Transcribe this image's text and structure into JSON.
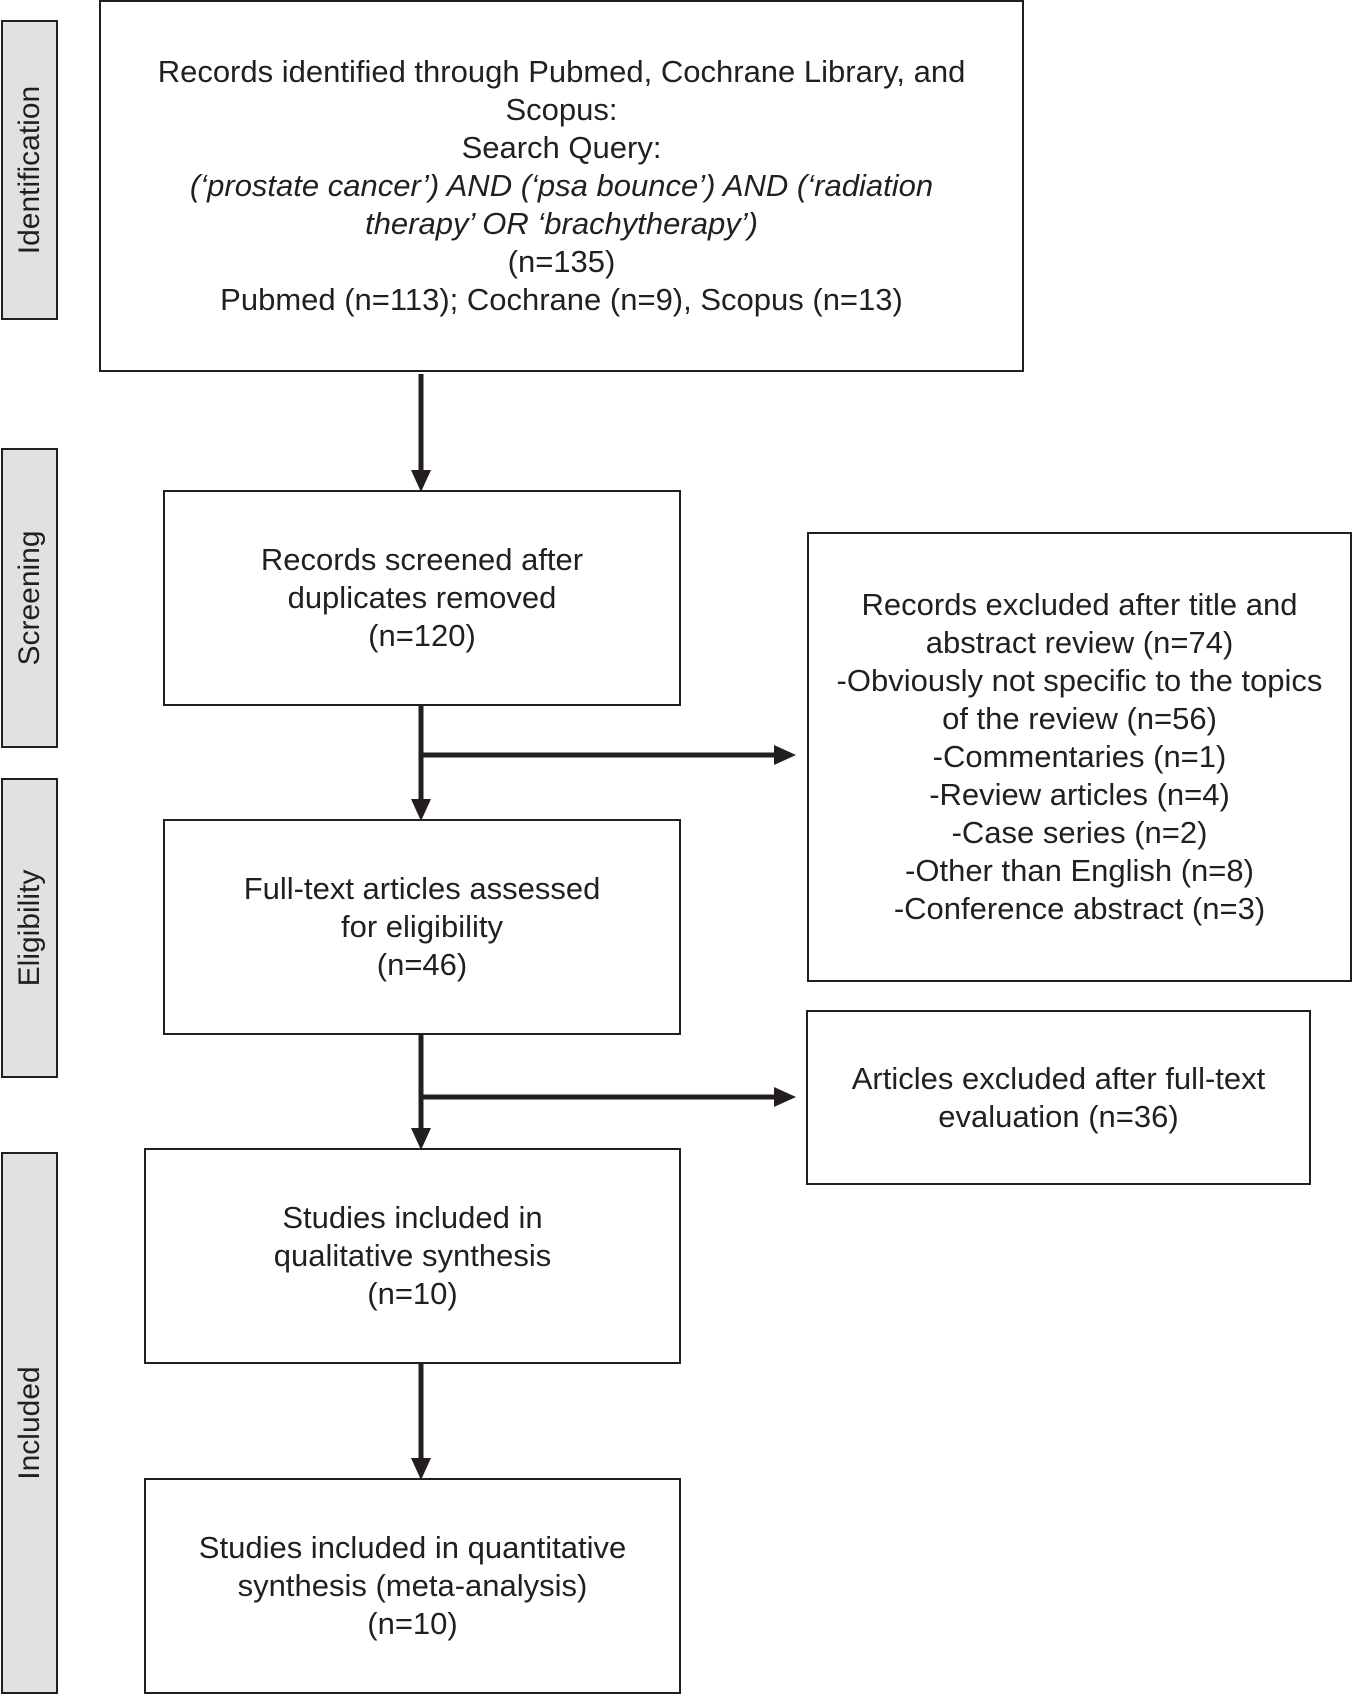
{
  "stages": {
    "identification": "Identification",
    "screening": "Screening",
    "eligibility": "Eligibility",
    "included": "Included"
  },
  "identified": {
    "line1": "Records identified through Pubmed, Cochrane Library, and",
    "line2": "Scopus:",
    "line3": "Search Query:",
    "query1": "(‘prostate cancer’) AND (‘psa bounce’) AND (‘radiation",
    "query2": "therapy’ OR ‘brachytherapy’)",
    "count": "(n=135)",
    "sources": "Pubmed (n=113); Cochrane (n=9),  Scopus (n=13)"
  },
  "screened": {
    "line1": "Records screened after",
    "line2": "duplicates removed",
    "count": "(n=120)"
  },
  "excluded_abstract": {
    "line1": "Records excluded after title and",
    "line2": "abstract review (n=74)",
    "line3": "-Obviously not specific to the topics",
    "line4": "of the review (n=56)",
    "line5": "-Commentaries (n=1)",
    "line6": "-Review articles (n=4)",
    "line7": "-Case series (n=2)",
    "line8": "-Other than English (n=8)",
    "line9": "-Conference abstract (n=3)"
  },
  "fulltext": {
    "line1": "Full-text articles assessed",
    "line2": "for eligibility",
    "count": "(n=46)"
  },
  "excluded_fulltext": {
    "line1": "Articles excluded after full-text",
    "line2": "evaluation (n=36)"
  },
  "qualitative": {
    "line1": "Studies included in",
    "line2": "qualitative synthesis",
    "count": "(n=10)"
  },
  "quantitative": {
    "line1": "Studies included in quantitative",
    "line2": "synthesis (meta-analysis)",
    "count": "(n=10)"
  }
}
